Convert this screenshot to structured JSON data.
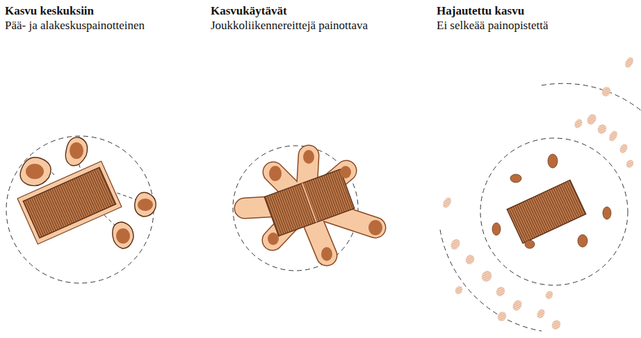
{
  "diagram": {
    "labels": [
      "Kasvu keskuksiin",
      "Pää- ja alakeskuspainotteinen",
      "Kasvukäytävät",
      "Joukkoliikennereittejä painottava",
      "Hajautettu kasvu",
      "Ei selkeää painopistettä"
    ]
  }
}
